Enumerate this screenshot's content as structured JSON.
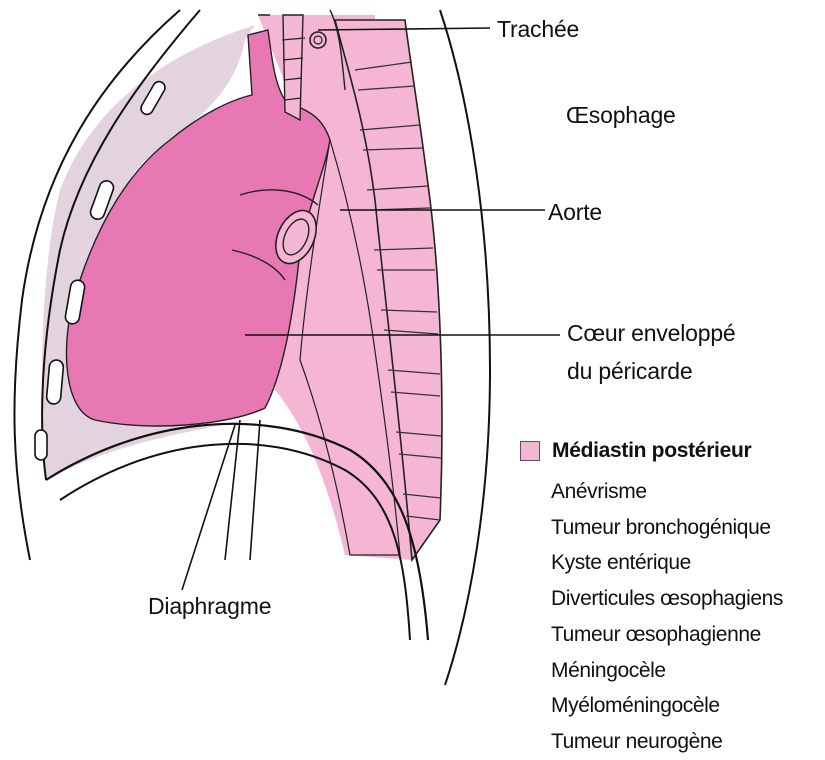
{
  "labels": {
    "trachee": "Trachée",
    "oesophage": "Œsophage",
    "aorte": "Aorte",
    "coeur_line1": "Cœur enveloppé",
    "coeur_line2": "du péricarde",
    "diaphragme": "Diaphragme"
  },
  "legend": {
    "title": "Médiastin postérieur",
    "items": [
      "Anévrisme",
      "Tumeur bronchogénique",
      "Kyste entérique",
      "Diverticules œsophagiens",
      "Tumeur œsophagienne",
      "Méningocèle",
      "Myéloméningocèle",
      "Tumeur neurogène"
    ]
  },
  "colors": {
    "heart": "#e878b3",
    "posterior_mediastinum": "#f5b6d3",
    "lung_cavity": "#e3d3de",
    "outline": "#111111"
  }
}
